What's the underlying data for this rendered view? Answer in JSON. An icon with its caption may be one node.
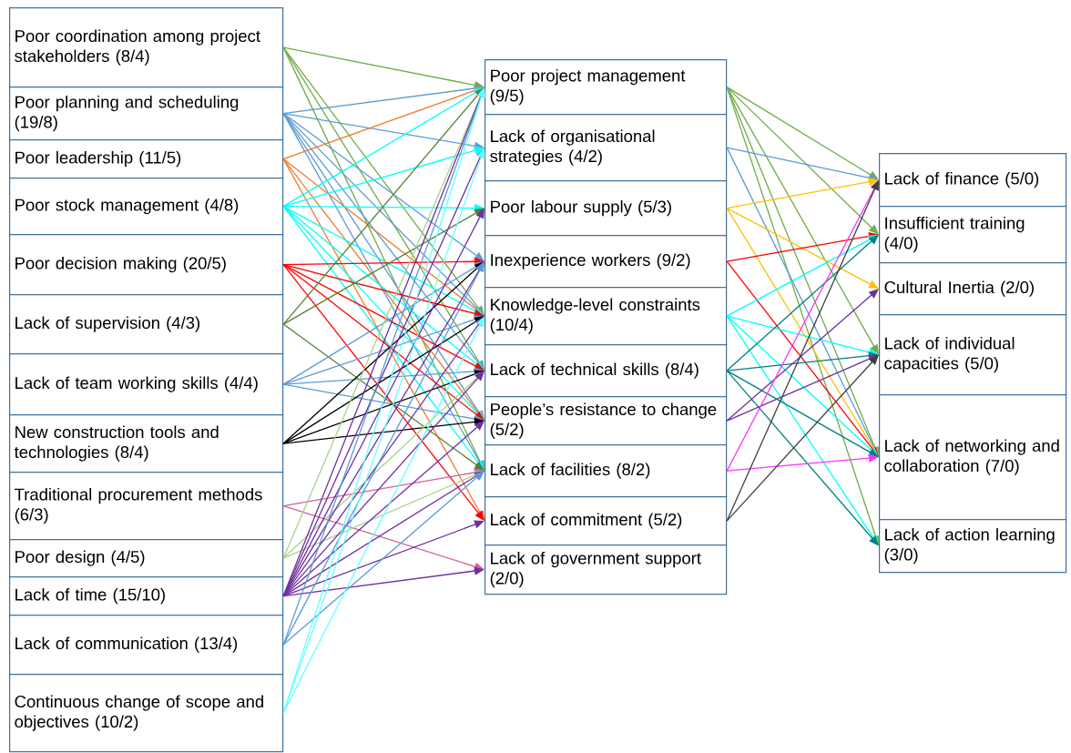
{
  "diagram": {
    "nodes": [
      {
        "text": [
          "Poor coordination among project stakeholders (8/4)"
        ]
      },
      {
        "text": [
          "Poor planning and scheduling (19/8)"
        ]
      },
      {
        "text": [
          "Poor leadership (11/5)"
        ]
      },
      {
        "text": [
          "Poor stock management    (4/8)"
        ]
      },
      {
        "text": [
          "Poor decision making (20/5)"
        ]
      },
      {
        "text": [
          "Lack of supervision (4/3)"
        ]
      },
      {
        "text": [
          "Lack of team working skills (4/4)"
        ]
      },
      {
        "text": [
          "New construction tools and technologies (8/4)"
        ]
      },
      {
        "text": [
          "Traditional procurement methods (6/3)"
        ]
      },
      {
        "text": [
          "Poor design (4/5)"
        ]
      },
      {
        "text": [
          "Lack of time (15/10)"
        ]
      },
      {
        "text": [
          "Lack of communication (13/4)"
        ]
      },
      {
        "text": [
          "Continuous change of scope and objectives (10/2)"
        ]
      },
      {
        "text": [
          "Poor project management (9/5)"
        ]
      },
      {
        "text": [
          "Lack of organisational strategies (4/2)"
        ]
      },
      {
        "text": [
          "Poor labour supply (5/3)"
        ]
      },
      {
        "text": [
          "Inexperience workers (9/2)"
        ]
      },
      {
        "text": [
          "Knowledge-level constraints (10/4)"
        ]
      },
      {
        "text": [
          "Lack of technical skills (8/4)"
        ]
      },
      {
        "text": [
          "People’s resistance to change (5/2)"
        ]
      },
      {
        "text": [
          "Lack of facilities (8/2)"
        ]
      },
      {
        "text": [
          "Lack of commitment (5/2)"
        ]
      },
      {
        "text": [
          "Lack of government support (2/0)"
        ]
      },
      {
        "text": [
          "Lack of finance (5/0)"
        ]
      },
      {
        "text": [
          "Insufficient training (4/0)"
        ]
      },
      {
        "text": [
          "Cultural Inertia (2/0)"
        ]
      },
      {
        "text": [
          "Lack of individual capacities (5/0)"
        ]
      },
      {
        "text": [
          "Lack of networking and collaboration (7/0)"
        ]
      },
      {
        "text": [
          "Lack of action learning (3/0)"
        ]
      }
    ],
    "edges": [
      {
        "from": 0,
        "to": 13,
        "arrow": "to",
        "color": "#70ad47"
      },
      {
        "from": 0,
        "to": 17,
        "arrow": "to",
        "color": "#70ad47"
      },
      {
        "from": 0,
        "to": 18,
        "arrow": "to",
        "color": "#70ad47"
      },
      {
        "from": 0,
        "to": 20,
        "arrow": "to",
        "color": "#70ad47"
      },
      {
        "from": 1,
        "to": 13,
        "arrow": "to",
        "color": "#5b9bd5"
      },
      {
        "from": 1,
        "to": 14,
        "arrow": "to",
        "color": "#5b9bd5"
      },
      {
        "from": 1,
        "to": 16,
        "arrow": "to",
        "color": "#5b9bd5"
      },
      {
        "from": 1,
        "to": 17,
        "arrow": "to",
        "color": "#5b9bd5"
      },
      {
        "from": 1,
        "to": 18,
        "arrow": "to",
        "color": "#5b9bd5"
      },
      {
        "from": 1,
        "to": 19,
        "arrow": "to",
        "color": "#5b9bd5"
      },
      {
        "from": 1,
        "to": 20,
        "arrow": "to",
        "color": "#5b9bd5"
      },
      {
        "from": 2,
        "to": 13,
        "arrow": "to",
        "color": "#ed7d31"
      },
      {
        "from": 2,
        "to": 17,
        "arrow": "to",
        "color": "#ed7d31"
      },
      {
        "from": 2,
        "to": 19,
        "arrow": "to",
        "color": "#ed7d31"
      },
      {
        "from": 2,
        "to": 21,
        "arrow": "to",
        "color": "#ed7d31"
      },
      {
        "from": 3,
        "to": 13,
        "arrow": "to",
        "color": "#00ffff"
      },
      {
        "from": 3,
        "to": 14,
        "arrow": "to",
        "color": "#00ffff"
      },
      {
        "from": 3,
        "to": 15,
        "arrow": "to",
        "color": "#00ffff"
      },
      {
        "from": 3,
        "to": 17,
        "arrow": "to",
        "color": "#00ffff"
      },
      {
        "from": 3,
        "to": 18,
        "arrow": "to",
        "color": "#00ffff"
      },
      {
        "from": 3,
        "to": 19,
        "arrow": "to",
        "color": "#00ffff"
      },
      {
        "from": 3,
        "to": 20,
        "arrow": "to",
        "color": "#00ffff"
      },
      {
        "from": 4,
        "to": 16,
        "arrow": "to",
        "color": "#ff0000"
      },
      {
        "from": 4,
        "to": 17,
        "arrow": "to",
        "color": "#ff0000"
      },
      {
        "from": 4,
        "to": 18,
        "arrow": "to",
        "color": "#ff0000"
      },
      {
        "from": 4,
        "to": 19,
        "arrow": "to",
        "color": "#ff0000"
      },
      {
        "from": 4,
        "to": 21,
        "arrow": "to",
        "color": "#ff0000"
      },
      {
        "from": 5,
        "to": 13,
        "arrow": "to",
        "color": "#548235"
      },
      {
        "from": 5,
        "to": 15,
        "arrow": "to",
        "color": "#548235"
      },
      {
        "from": 5,
        "to": 20,
        "arrow": "to",
        "color": "#548235"
      },
      {
        "from": 6,
        "to": 16,
        "arrow": "to",
        "color": "#5b9bd5"
      },
      {
        "from": 6,
        "to": 17,
        "arrow": "to",
        "color": "#5b9bd5"
      },
      {
        "from": 6,
        "to": 18,
        "arrow": "to",
        "color": "#5b9bd5"
      },
      {
        "from": 6,
        "to": 19,
        "arrow": "to",
        "color": "#5b9bd5"
      },
      {
        "from": 7,
        "to": 16,
        "arrow": "to",
        "color": "#000000"
      },
      {
        "from": 7,
        "to": 17,
        "arrow": "to",
        "color": "#000000"
      },
      {
        "from": 7,
        "to": 18,
        "arrow": "to",
        "color": "#000000"
      },
      {
        "from": 7,
        "to": 19,
        "arrow": "to",
        "color": "#000000"
      },
      {
        "from": 8,
        "to": 20,
        "arrow": "to",
        "color": "#d0609a"
      },
      {
        "from": 8,
        "to": 22,
        "arrow": "to",
        "color": "#d0609a"
      },
      {
        "from": 9,
        "to": 13,
        "arrow": "to",
        "color": "#a9d18e"
      },
      {
        "from": 9,
        "to": 18,
        "arrow": "to",
        "color": "#a9d18e"
      },
      {
        "from": 9,
        "to": 20,
        "arrow": "to",
        "color": "#a9d18e"
      },
      {
        "from": 10,
        "to": 13,
        "arrow": "to",
        "color": "#7030a0"
      },
      {
        "from": 10,
        "to": 14,
        "arrow": "to",
        "color": "#7030a0"
      },
      {
        "from": 10,
        "to": 15,
        "arrow": "to",
        "color": "#7030a0"
      },
      {
        "from": 10,
        "to": 16,
        "arrow": "to",
        "color": "#7030a0"
      },
      {
        "from": 10,
        "to": 17,
        "arrow": "to",
        "color": "#7030a0"
      },
      {
        "from": 10,
        "to": 18,
        "arrow": "to",
        "color": "#7030a0"
      },
      {
        "from": 10,
        "to": 19,
        "arrow": "to",
        "color": "#7030a0"
      },
      {
        "from": 10,
        "to": 20,
        "arrow": "to",
        "color": "#7030a0"
      },
      {
        "from": 10,
        "to": 21,
        "arrow": "to",
        "color": "#7030a0"
      },
      {
        "from": 10,
        "to": 22,
        "arrow": "to",
        "color": "#7030a0"
      },
      {
        "from": 11,
        "to": 13,
        "arrow": "to",
        "color": "#5b9bd5"
      },
      {
        "from": 11,
        "to": 16,
        "arrow": "to",
        "color": "#5b9bd5"
      },
      {
        "from": 11,
        "to": 20,
        "arrow": "to",
        "color": "#5b9bd5"
      },
      {
        "from": 12,
        "to": 13,
        "arrow": "to",
        "color": "#66ffff"
      },
      {
        "from": 12,
        "to": 14,
        "arrow": "to",
        "color": "#66ffff"
      },
      {
        "from": 12,
        "to": 17,
        "arrow": "to",
        "color": "#66ffff"
      },
      {
        "from": 13,
        "to": 23,
        "arrow": "to",
        "color": "#70ad47"
      },
      {
        "from": 13,
        "to": 24,
        "arrow": "to",
        "color": "#70ad47"
      },
      {
        "from": 13,
        "to": 26,
        "arrow": "to",
        "color": "#70ad47"
      },
      {
        "from": 13,
        "to": 27,
        "arrow": "to",
        "color": "#70ad47"
      },
      {
        "from": 13,
        "to": 28,
        "arrow": "to",
        "color": "#70ad47"
      },
      {
        "from": 14,
        "to": 23,
        "arrow": "to",
        "color": "#5b9bd5"
      },
      {
        "from": 14,
        "to": 27,
        "arrow": "to",
        "color": "#5b9bd5"
      },
      {
        "from": 15,
        "to": 23,
        "arrow": "to",
        "color": "#ffc000"
      },
      {
        "from": 15,
        "to": 25,
        "arrow": "to",
        "color": "#ffc000"
      },
      {
        "from": 15,
        "to": 27,
        "arrow": "to",
        "color": "#ffc000"
      },
      {
        "from": 16,
        "to": 24,
        "arrow": "to",
        "color": "#ff0000"
      },
      {
        "from": 16,
        "to": 27,
        "arrow": "to",
        "color": "#ff0000"
      },
      {
        "from": 17,
        "to": 24,
        "arrow": "to",
        "color": "#00ffff"
      },
      {
        "from": 17,
        "to": 26,
        "arrow": "to",
        "color": "#00ffff"
      },
      {
        "from": 17,
        "to": 27,
        "arrow": "to",
        "color": "#00ffff"
      },
      {
        "from": 17,
        "to": 28,
        "arrow": "to",
        "color": "#00ffff"
      },
      {
        "from": 18,
        "to": 24,
        "arrow": "to",
        "color": "#008080"
      },
      {
        "from": 18,
        "to": 26,
        "arrow": "to",
        "color": "#008080"
      },
      {
        "from": 18,
        "to": 27,
        "arrow": "to",
        "color": "#008080"
      },
      {
        "from": 18,
        "to": 28,
        "arrow": "to",
        "color": "#008080"
      },
      {
        "from": 19,
        "to": 25,
        "arrow": "to",
        "color": "#7030a0"
      },
      {
        "from": 19,
        "to": 26,
        "arrow": "to",
        "color": "#7030a0"
      },
      {
        "from": 20,
        "to": 23,
        "arrow": "to",
        "color": "#ff33ff"
      },
      {
        "from": 20,
        "to": 27,
        "arrow": "to",
        "color": "#ff33ff"
      },
      {
        "from": 21,
        "to": 23,
        "arrow": "to",
        "color": "#404040"
      },
      {
        "from": 21,
        "to": 26,
        "arrow": "to",
        "color": "#404040"
      }
    ]
  }
}
